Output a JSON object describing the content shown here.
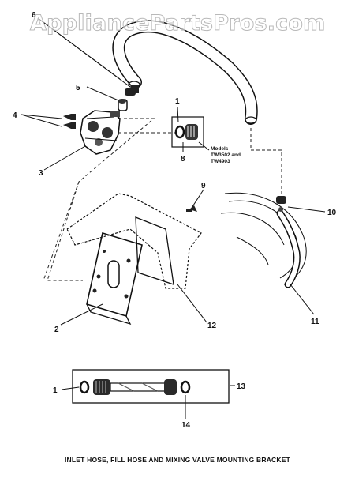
{
  "watermark": "AppliancePartsPros.com",
  "caption": "INLET HOSE, FILL HOSE AND MIXING VALVE MOUNTING BRACKET",
  "model_note": {
    "line1": "Models",
    "line2": "TW3502 and",
    "line3": "TW4903"
  },
  "callouts": [
    "6",
    "5",
    "4",
    "3",
    "1",
    "8",
    "9",
    "10",
    "2",
    "12",
    "11",
    "1",
    "13",
    "14"
  ]
}
